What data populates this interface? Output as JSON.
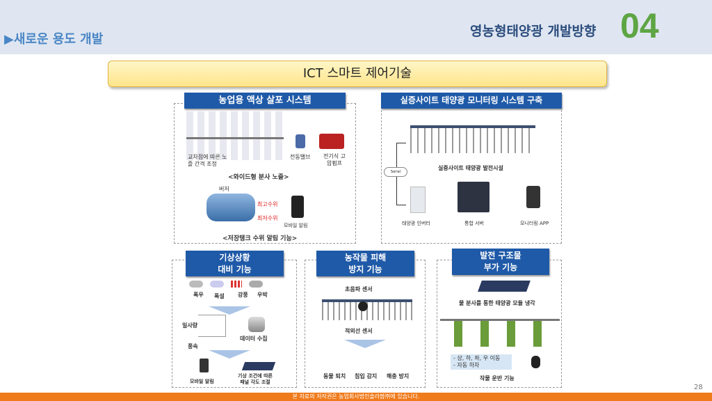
{
  "header": {
    "section": "▶새로운 용도 개발",
    "title": "영농형태양광 개발방향",
    "number": "04"
  },
  "banner": "ICT 스마트 제어기술",
  "panel1": {
    "title": "농업용 액상 살포 시스템",
    "nozzle_note": "교차점에 따른 노즐 간격 조정",
    "valve": "전동밸브",
    "pump": "전기식 고압펌프",
    "caption1": "<와이드형 분사 노즐>",
    "buzzer": "버저",
    "high": "최고수위",
    "low": "최저수위",
    "mobile": "모바일 알림",
    "caption2": "<저장탱크 수위 알림 기능>"
  },
  "panel2": {
    "title": "실증사이트 태양광 모니터링 시스템 구축",
    "facility": "실증사이트 태양광 발전시설",
    "serial": "Serial",
    "inverter": "태양광 인버터",
    "server": "통합 서버",
    "app": "모니터링 APP"
  },
  "panel3": {
    "title1": "기상상황",
    "title2": "대비 기능",
    "weather": [
      "폭우",
      "폭설",
      "강풍",
      "우박"
    ],
    "sun": "일사량",
    "wind": "풍속",
    "data": "데이터 수집",
    "mobile": "모바일 알림",
    "angle1": "기상 조건에 따른",
    "angle2": "패널 각도 조절"
  },
  "panel4": {
    "title1": "농작물 피해",
    "title2": "방지 기능",
    "ultra": "초음파 센서",
    "ir": "적외선 센서",
    "results": [
      "동물 퇴치",
      "침입 감지",
      "해충 방지"
    ]
  },
  "panel5": {
    "title1": "발전 구조물",
    "title2": "부가 기능",
    "cooling": "물 분사를 통한 태양광 모듈 냉각",
    "move1": "- 상, 하, 좌, 우 이동",
    "move2": "- 자동 하차",
    "transport": "작물 운반 기능"
  },
  "footer": "본 자료의 저작권은 농업회사법인솔라팜㈜에 있습니다.",
  "page": "28",
  "colors": {
    "accent": "#1f5aa8",
    "number": "#5ea544",
    "footer": "#f07b1c"
  }
}
